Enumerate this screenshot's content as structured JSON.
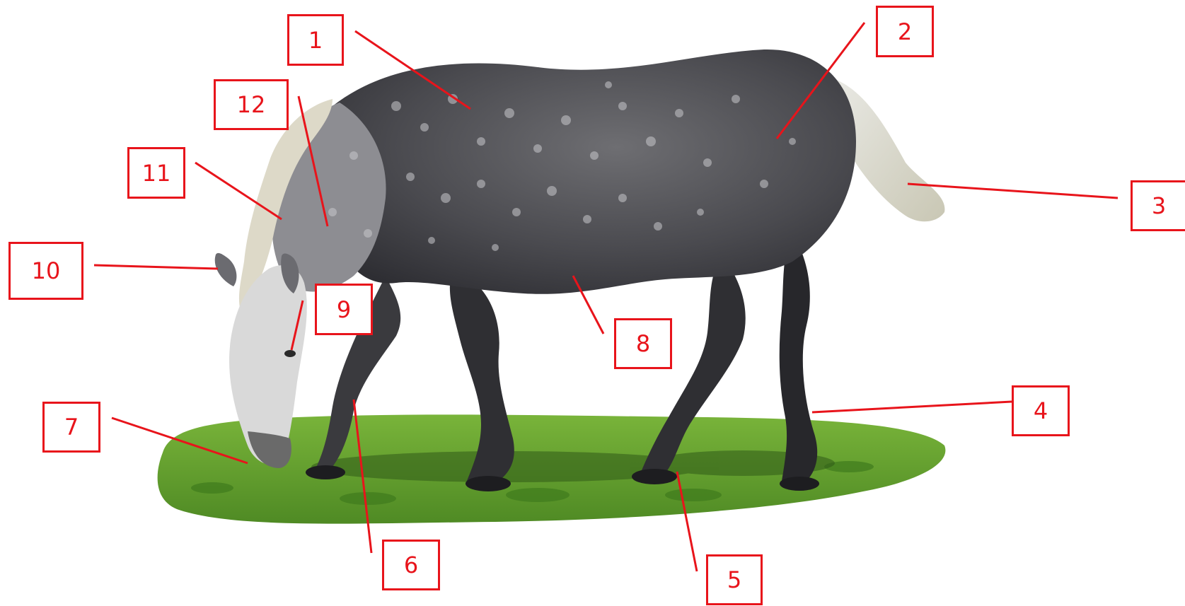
{
  "diagram": {
    "subject": "horse-parts-labelled",
    "accent_color": "#e8141b",
    "labels": [
      {
        "id": "1",
        "text": "1"
      },
      {
        "id": "2",
        "text": "2"
      },
      {
        "id": "3",
        "text": "3"
      },
      {
        "id": "4",
        "text": "4"
      },
      {
        "id": "5",
        "text": "5"
      },
      {
        "id": "6",
        "text": "6"
      },
      {
        "id": "7",
        "text": "7"
      },
      {
        "id": "8",
        "text": "8"
      },
      {
        "id": "9",
        "text": "9"
      },
      {
        "id": "10",
        "text": "10"
      },
      {
        "id": "11",
        "text": "11"
      },
      {
        "id": "12",
        "text": "12"
      }
    ]
  }
}
